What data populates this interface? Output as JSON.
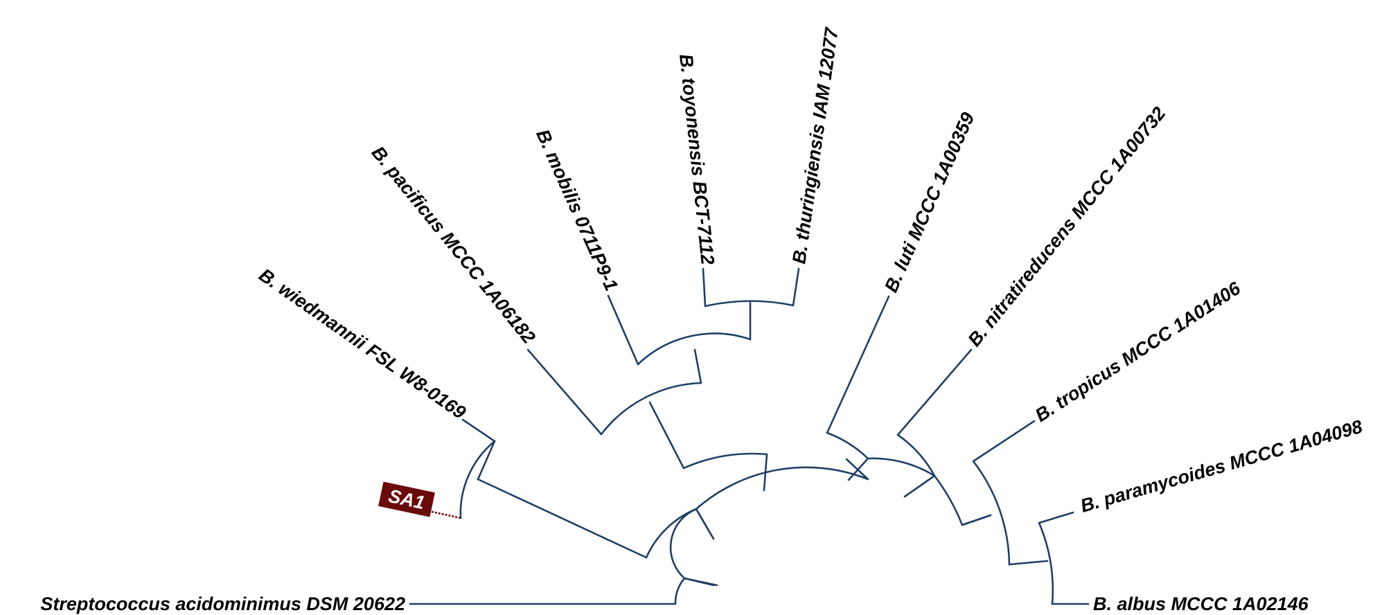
{
  "tree": {
    "taxa": [
      "Streptococcus acidominimus DSM 20622",
      "B. wiedmannii FSL W8-0169",
      "B. pacificus MCCC 1A06182",
      "B. mobilis 0711P9-1",
      "B. toyonensis BCT-7112",
      "B. thuringiensis IAM 12077",
      "B. luti MCCC 1A00359",
      "B. nitratireducens MCCC 1A00732",
      "B. tropicus MCCC 1A01406",
      "B. paramycoides MCCC 1A04098",
      "B. albus MCCC 1A02146"
    ],
    "highlight": {
      "label": "SA1",
      "color": "#6b0a0a"
    },
    "branch_color": "#1f3f66"
  }
}
